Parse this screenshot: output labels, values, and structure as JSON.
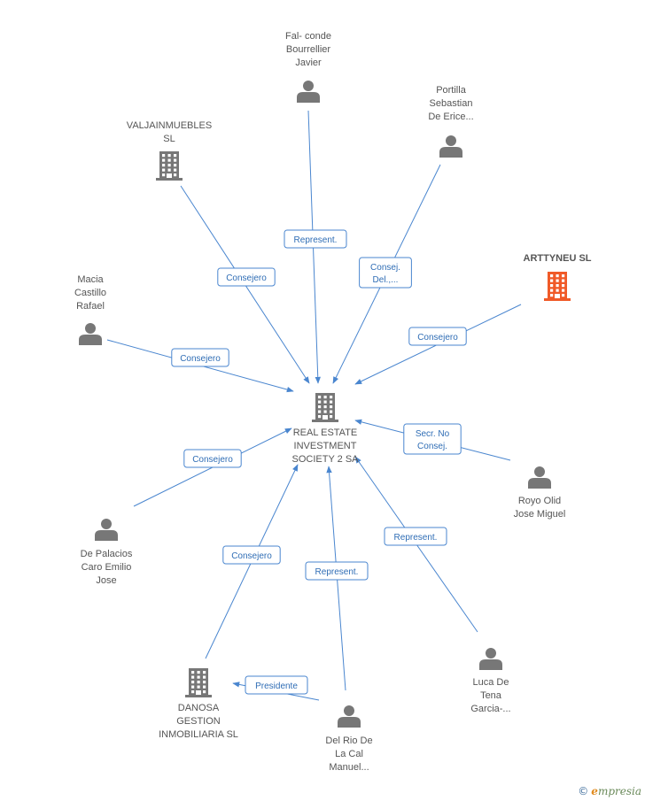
{
  "colors": {
    "edge": "#4a86cf",
    "company": "#777777",
    "company_highlight": "#f05a28",
    "person": "#777777"
  },
  "nodes": [
    {
      "id": "center",
      "kind": "company",
      "icon": "building-icon",
      "label": [
        "REAL ESTATE",
        "INVESTMENT",
        "SOCIETY 2 SA"
      ]
    },
    {
      "id": "falconde",
      "kind": "person",
      "icon": "person-icon",
      "label": [
        "Fal- conde",
        "Bourrellier",
        "Javier"
      ]
    },
    {
      "id": "portilla",
      "kind": "person",
      "icon": "person-icon",
      "label": [
        "Portilla",
        "Sebastian",
        "De Erice..."
      ]
    },
    {
      "id": "valjain",
      "kind": "company",
      "icon": "building-icon",
      "label": [
        "VALJAINMUEBLES",
        "SL"
      ]
    },
    {
      "id": "arttyneu",
      "kind": "company",
      "icon": "building-icon",
      "highlight": true,
      "label": [
        "ARTTYNEU SL"
      ]
    },
    {
      "id": "macia",
      "kind": "person",
      "icon": "person-icon",
      "label": [
        "Macia",
        "Castillo",
        "Rafael"
      ]
    },
    {
      "id": "royo",
      "kind": "person",
      "icon": "person-icon",
      "label": [
        "Royo Olid",
        "Jose Miguel"
      ]
    },
    {
      "id": "depalacios",
      "kind": "person",
      "icon": "person-icon",
      "label": [
        "De Palacios",
        "Caro Emilio",
        "Jose"
      ]
    },
    {
      "id": "luca",
      "kind": "person",
      "icon": "person-icon",
      "label": [
        "Luca De",
        "Tena",
        "Garcia-..."
      ]
    },
    {
      "id": "danosa",
      "kind": "company",
      "icon": "building-icon",
      "label": [
        "DANOSA",
        "GESTION",
        "INMOBILIARIA SL"
      ]
    },
    {
      "id": "delrio",
      "kind": "person",
      "icon": "person-icon",
      "label": [
        "Del Rio De",
        "La Cal",
        "Manuel..."
      ]
    }
  ],
  "edges": [
    {
      "from": "falconde",
      "to": "center",
      "label": [
        "Represent."
      ]
    },
    {
      "from": "portilla",
      "to": "center",
      "label": [
        "Consej.",
        "Del.,..."
      ]
    },
    {
      "from": "valjain",
      "to": "center",
      "label": [
        "Consejero"
      ]
    },
    {
      "from": "arttyneu",
      "to": "center",
      "label": [
        "Consejero"
      ]
    },
    {
      "from": "macia",
      "to": "center",
      "label": [
        "Consejero"
      ]
    },
    {
      "from": "royo",
      "to": "center",
      "label": [
        "Secr.  No",
        "Consej."
      ]
    },
    {
      "from": "depalacios",
      "to": "center",
      "label": [
        "Consejero"
      ]
    },
    {
      "from": "luca",
      "to": "center",
      "label": [
        "Represent."
      ]
    },
    {
      "from": "danosa",
      "to": "center",
      "label": [
        "Consejero"
      ]
    },
    {
      "from": "delrio",
      "to": "center",
      "label": [
        "Represent."
      ]
    },
    {
      "from": "delrio",
      "to": "danosa",
      "label": [
        "Presidente"
      ]
    }
  ],
  "watermark": {
    "copyright": "©",
    "brand_initial": "e",
    "brand_rest": "mpresia"
  }
}
